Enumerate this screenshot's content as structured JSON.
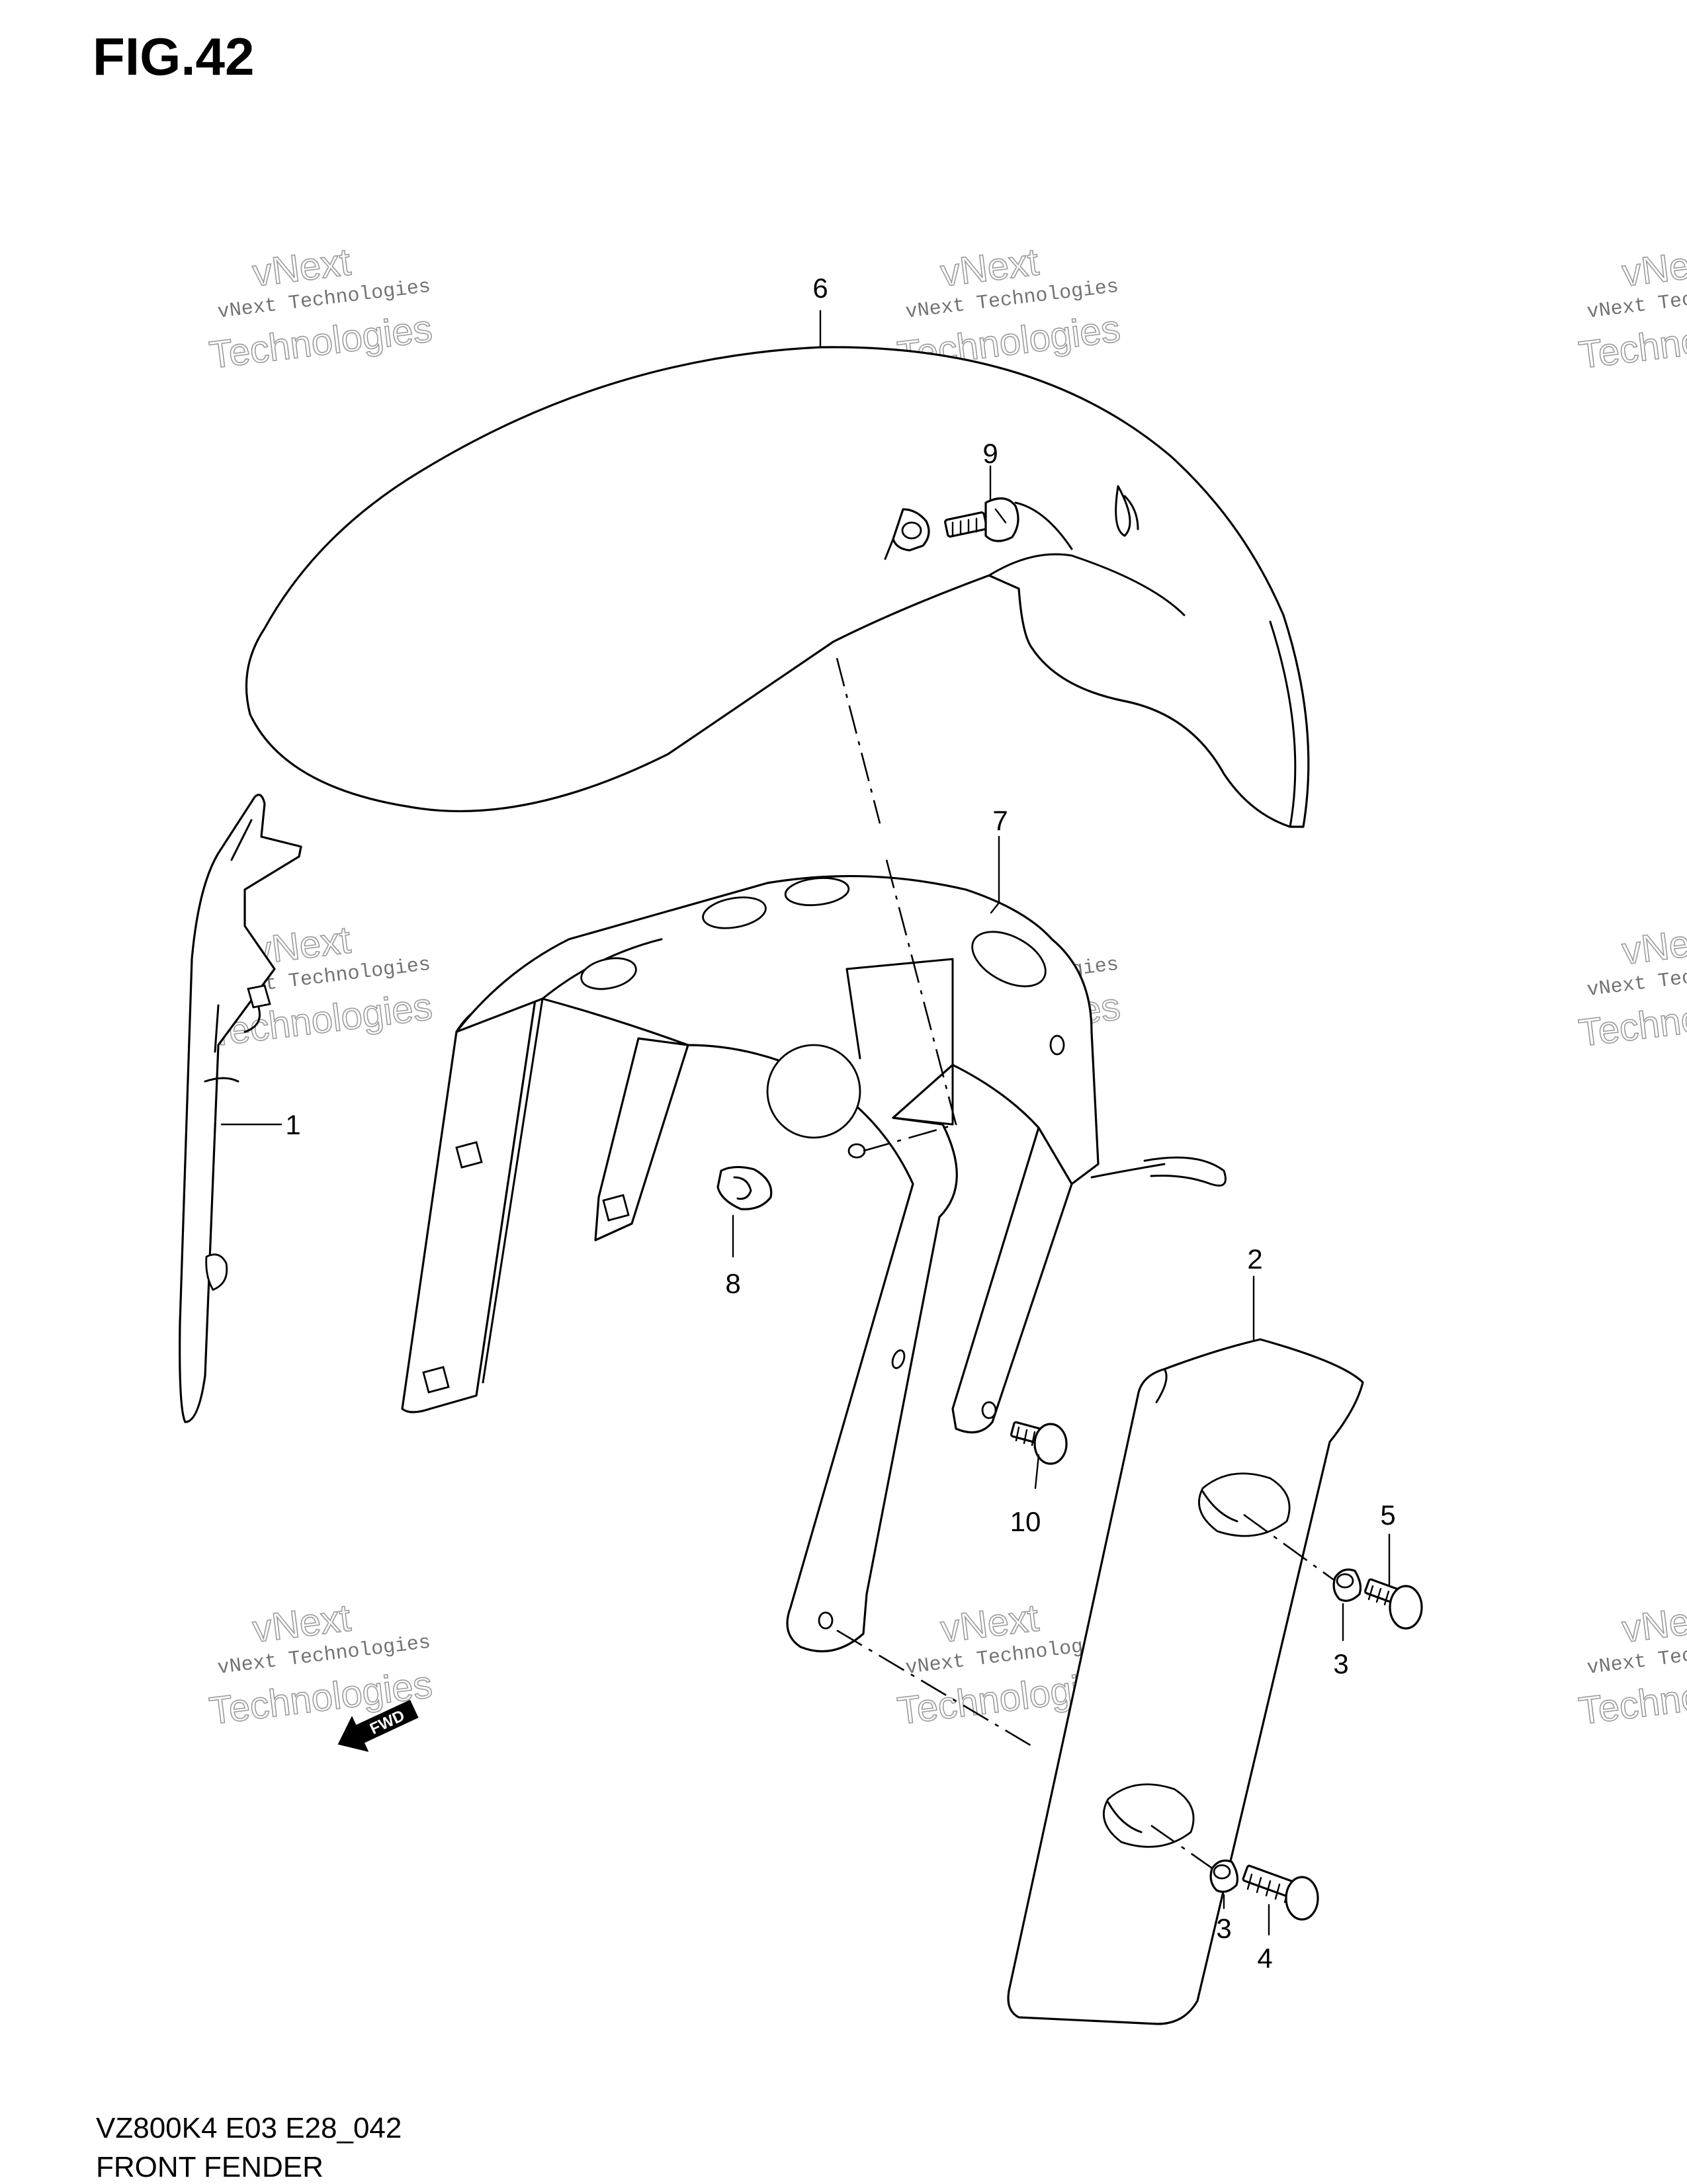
{
  "figure": {
    "title": "FIG.42",
    "code": "VZ800K4 E03 E28_042",
    "name": "FRONT FENDER"
  },
  "callouts": [
    "1",
    "2",
    "3",
    "3",
    "4",
    "5",
    "6",
    "7",
    "8",
    "9",
    "10"
  ],
  "watermark": {
    "line1": "vNext Technologies",
    "line2": "vNext",
    "line3": "Technologies"
  },
  "fwd_arrow": {
    "label": "FWD"
  }
}
